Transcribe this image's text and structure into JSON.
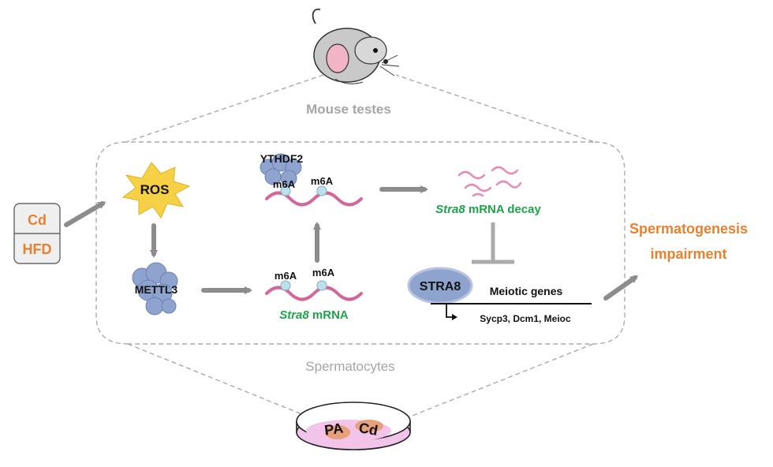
{
  "colors": {
    "orange": "#E8812F",
    "green": "#1FA34A",
    "rna": "#D3679A",
    "protein": "#8FA3CF",
    "arrow": "#8C8C8C",
    "ros": "#F7D145",
    "dish": "#F3C4EA"
  },
  "inputs": {
    "top": "Cd",
    "bottom": "HFD"
  },
  "mouse": {
    "label": "Mouse testes",
    "icon": "mouse-icon"
  },
  "ros": {
    "label": "ROS"
  },
  "mettl3": {
    "label": "METTL3"
  },
  "ythdf2": {
    "label": "YTHDF2"
  },
  "mrna_top": {
    "mark1": "m6A",
    "mark2": "m6A"
  },
  "mrna_bottom": {
    "mark1": "m6A",
    "mark2": "m6A",
    "gene": "Stra8",
    "suffix": " mRNA"
  },
  "decay": {
    "gene": "Stra8",
    "suffix": " mRNA decay"
  },
  "stra8": {
    "label": "STRA8",
    "genes_label": "Meiotic genes",
    "targets": "Sycp3, Dcm1, Meioc"
  },
  "outcome": {
    "line1": "Spermatogenesis",
    "line2": "impairment"
  },
  "spermatocytes": {
    "label": "Spermatocytes"
  },
  "dish": {
    "label1": "PA",
    "label2": "Cd"
  }
}
